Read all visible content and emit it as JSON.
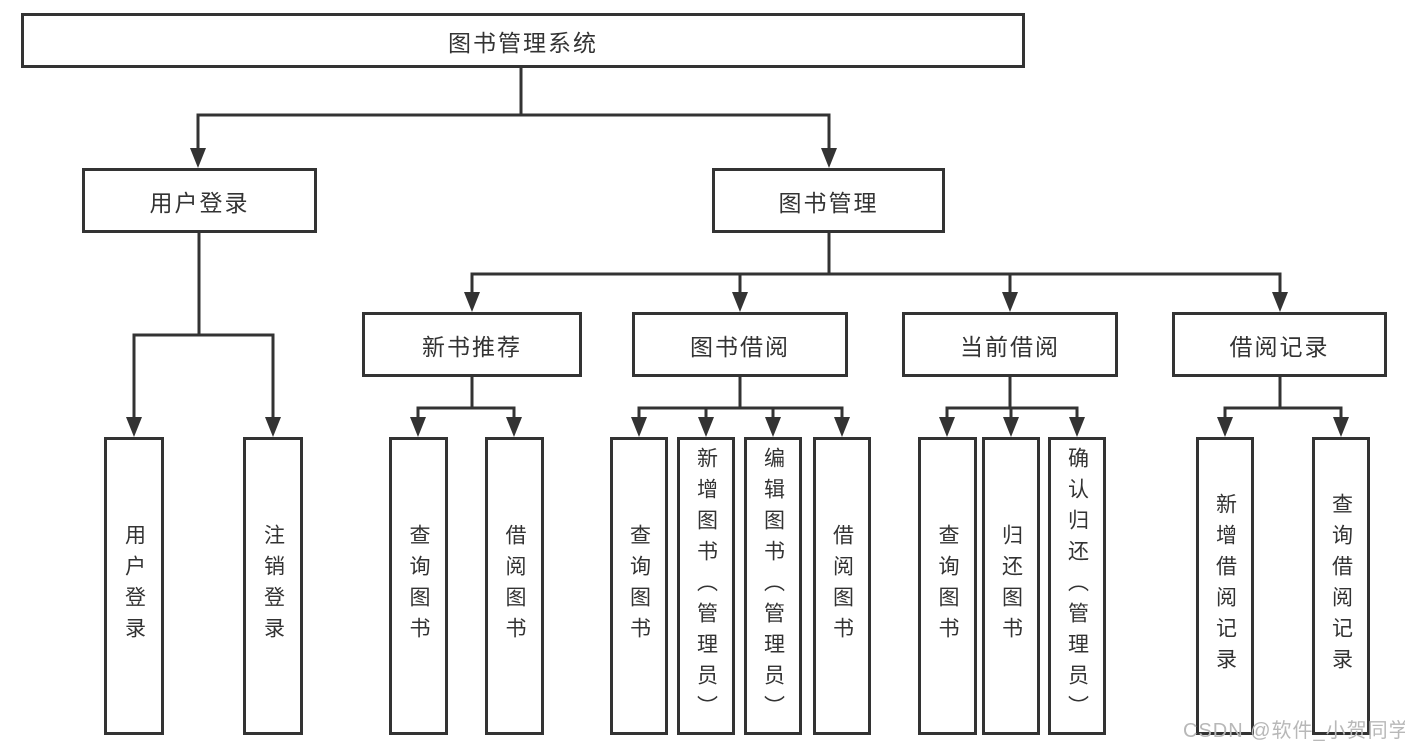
{
  "tree": {
    "label": "图书管理系统",
    "children": [
      {
        "label": "用户登录",
        "children": [
          {
            "label": "用户登录"
          },
          {
            "label": "注销登录"
          }
        ]
      },
      {
        "label": "图书管理",
        "children": [
          {
            "label": "新书推荐",
            "children": [
              {
                "label": "查询图书"
              },
              {
                "label": "借阅图书"
              }
            ]
          },
          {
            "label": "图书借阅",
            "children": [
              {
                "label": "查询图书"
              },
              {
                "label": "新增图书（管理员）"
              },
              {
                "label": "编辑图书（管理员）"
              },
              {
                "label": "借阅图书"
              }
            ]
          },
          {
            "label": "当前借阅",
            "children": [
              {
                "label": "查询图书"
              },
              {
                "label": "归还图书"
              },
              {
                "label": "确认归还（管理员）"
              }
            ]
          },
          {
            "label": "借阅记录",
            "children": [
              {
                "label": "新增借阅记录"
              },
              {
                "label": "查询借阅记录"
              }
            ]
          }
        ]
      }
    ]
  },
  "watermark": {
    "text": "CSDN @软件_小贺同学",
    "color": "#b8b8b8"
  },
  "colors": {
    "line": "#333333",
    "text": "#333333",
    "background": "#ffffff",
    "watermark": "#b8b8b8"
  }
}
